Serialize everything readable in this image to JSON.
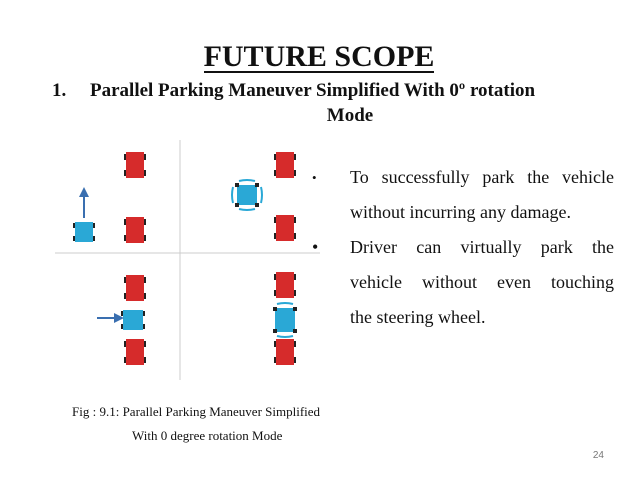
{
  "slide": {
    "title": "FUTURE SCOPE",
    "heading_number": "1.",
    "heading_line1": "Parallel Parking Maneuver Simplified With 0º rotation",
    "heading_line2": "Mode",
    "bullets": [
      {
        "marker": "•",
        "line1": "To successfully park the vehicle",
        "line2": "without incurring any damage."
      },
      {
        "marker": "•",
        "line1": "Driver can virtually park the",
        "line2": "vehicle without even touching",
        "line3": "the steering wheel."
      }
    ],
    "caption_line1": "Fig : 9.1: Parallel Parking Maneuver Simplified",
    "caption_line2": "With 0 degree rotation Mode",
    "page_number": "24"
  },
  "colors": {
    "parked_car": "#d62b2b",
    "moving_car": "#2aa8d6",
    "arrow": "#3a6fb0",
    "divider": "#cccccc"
  }
}
